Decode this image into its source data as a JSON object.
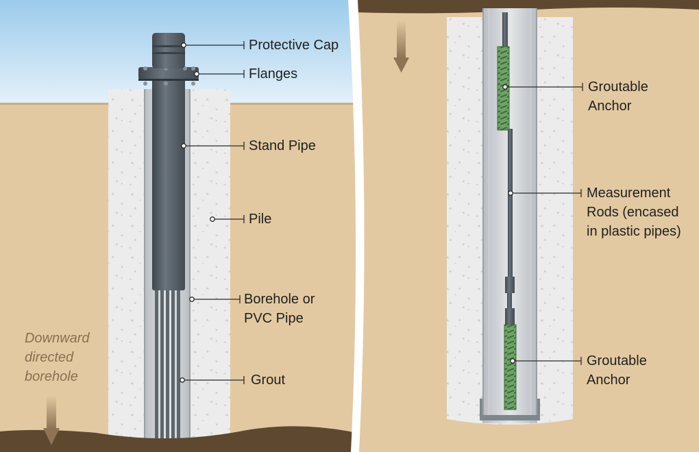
{
  "labels": {
    "protective_cap": "Protective Cap",
    "flanges": "Flanges",
    "stand_pipe": "Stand Pipe",
    "pile": "Pile",
    "borehole_l1": "Borehole or",
    "borehole_l2": "PVC Pipe",
    "grout": "Grout",
    "anchor_top_l1": "Groutable",
    "anchor_top_l2": "Anchor",
    "rods_l1": "Measurement",
    "rods_l2": "Rods (encased",
    "rods_l3": "in plastic pipes)",
    "anchor_bottom_l1": "Groutable",
    "anchor_bottom_l2": "Anchor"
  },
  "note": {
    "line1": "Downward",
    "line2": "directed",
    "line3": "borehole"
  },
  "colors": {
    "sky": "#a9d3ef",
    "soil": "#e2c9a1",
    "topsoil": "#5e4830",
    "concrete": "#ececec",
    "steel": "#59636c",
    "anchor_green": "#6ea267",
    "arrow": "#9c8262"
  }
}
